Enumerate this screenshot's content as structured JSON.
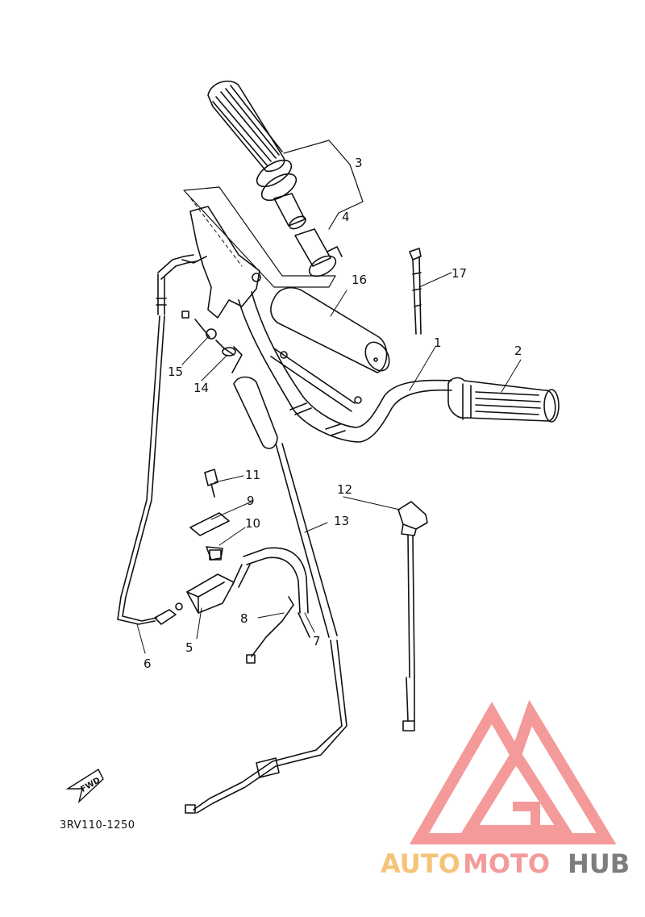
{
  "diagram": {
    "doc_code": "3RV110-1250",
    "fwd_label": "FWD",
    "callouts": {
      "c1": "1",
      "c2": "2",
      "c3": "3",
      "c4": "4",
      "c5": "5",
      "c6": "6",
      "c7": "7",
      "c8": "8",
      "c9": "9",
      "c10": "10",
      "c11": "11",
      "c12": "12",
      "c13": "13",
      "c14": "14",
      "c15": "15",
      "c16": "16",
      "c17": "17"
    }
  },
  "watermark": {
    "part_auto": "AUTO",
    "part_moto": "MOTO",
    "part_hub": "HUB",
    "colors": {
      "auto": "#F5C478",
      "moto": "#F49A9A",
      "hub": "#7D7D7D",
      "logo": "#F49A9A"
    }
  }
}
